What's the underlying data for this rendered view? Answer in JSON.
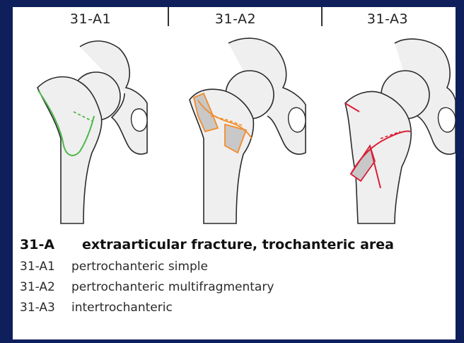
{
  "columns": [
    {
      "code": "31-A1",
      "fracture_color": "#4db848"
    },
    {
      "code": "31-A2",
      "fracture_color": "#f28c28"
    },
    {
      "code": "31-A3",
      "fracture_color": "#d91f36"
    }
  ],
  "legend": {
    "heading": {
      "code": "31-A",
      "text": "extraarticular fracture, trochanteric area"
    },
    "items": [
      {
        "code": "31-A1",
        "text": "pertrochanteric simple"
      },
      {
        "code": "31-A2",
        "text": "pertrochanteric multifragmentary"
      },
      {
        "code": "31-A3",
        "text": "intertrochanteric"
      }
    ]
  },
  "colors": {
    "background": "#0f1f5c",
    "panel": "#ffffff",
    "bone_fill": "#efefef",
    "bone_outline": "#2b2b2b",
    "fragment_fill": "#c8c8c8"
  }
}
